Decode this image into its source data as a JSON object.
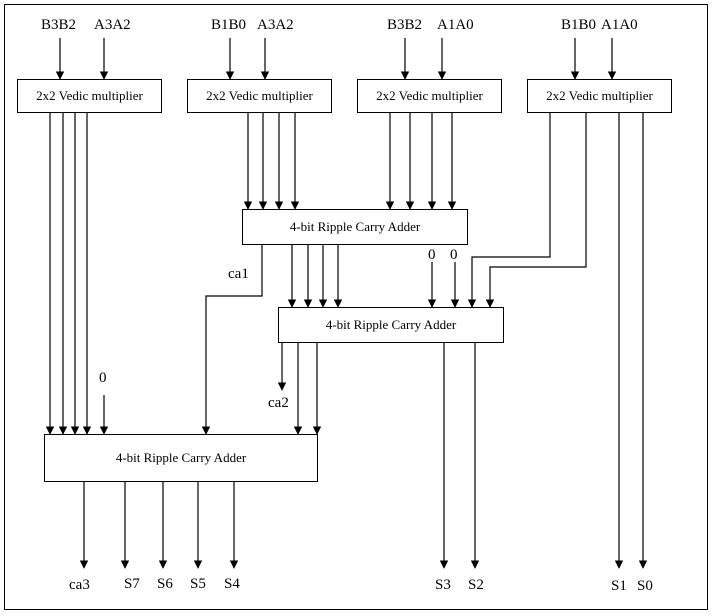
{
  "multipliers": [
    {
      "label": "2x2 Vedic multiplier",
      "input_b": "B3B2",
      "input_a": "A3A2"
    },
    {
      "label": "2x2 Vedic multiplier",
      "input_b": "B1B0",
      "input_a": "A3A2"
    },
    {
      "label": "2x2 Vedic multiplier",
      "input_b": "B3B2",
      "input_a": "A1A0"
    },
    {
      "label": "2x2 Vedic multiplier",
      "input_b": "B1B0",
      "input_a": "A1A0"
    }
  ],
  "adders": [
    {
      "label": "4-bit Ripple Carry Adder"
    },
    {
      "label": "4-bit Ripple Carry Adder"
    },
    {
      "label": "4-bit Ripple Carry Adder"
    }
  ],
  "signals": {
    "ca1": "ca1",
    "ca2": "ca2",
    "ca3": "ca3",
    "zero_a": "0",
    "zero_b": "0",
    "zero_c": "0"
  },
  "outputs": [
    "S7",
    "S6",
    "S5",
    "S4",
    "S3",
    "S2",
    "S1",
    "S0"
  ]
}
